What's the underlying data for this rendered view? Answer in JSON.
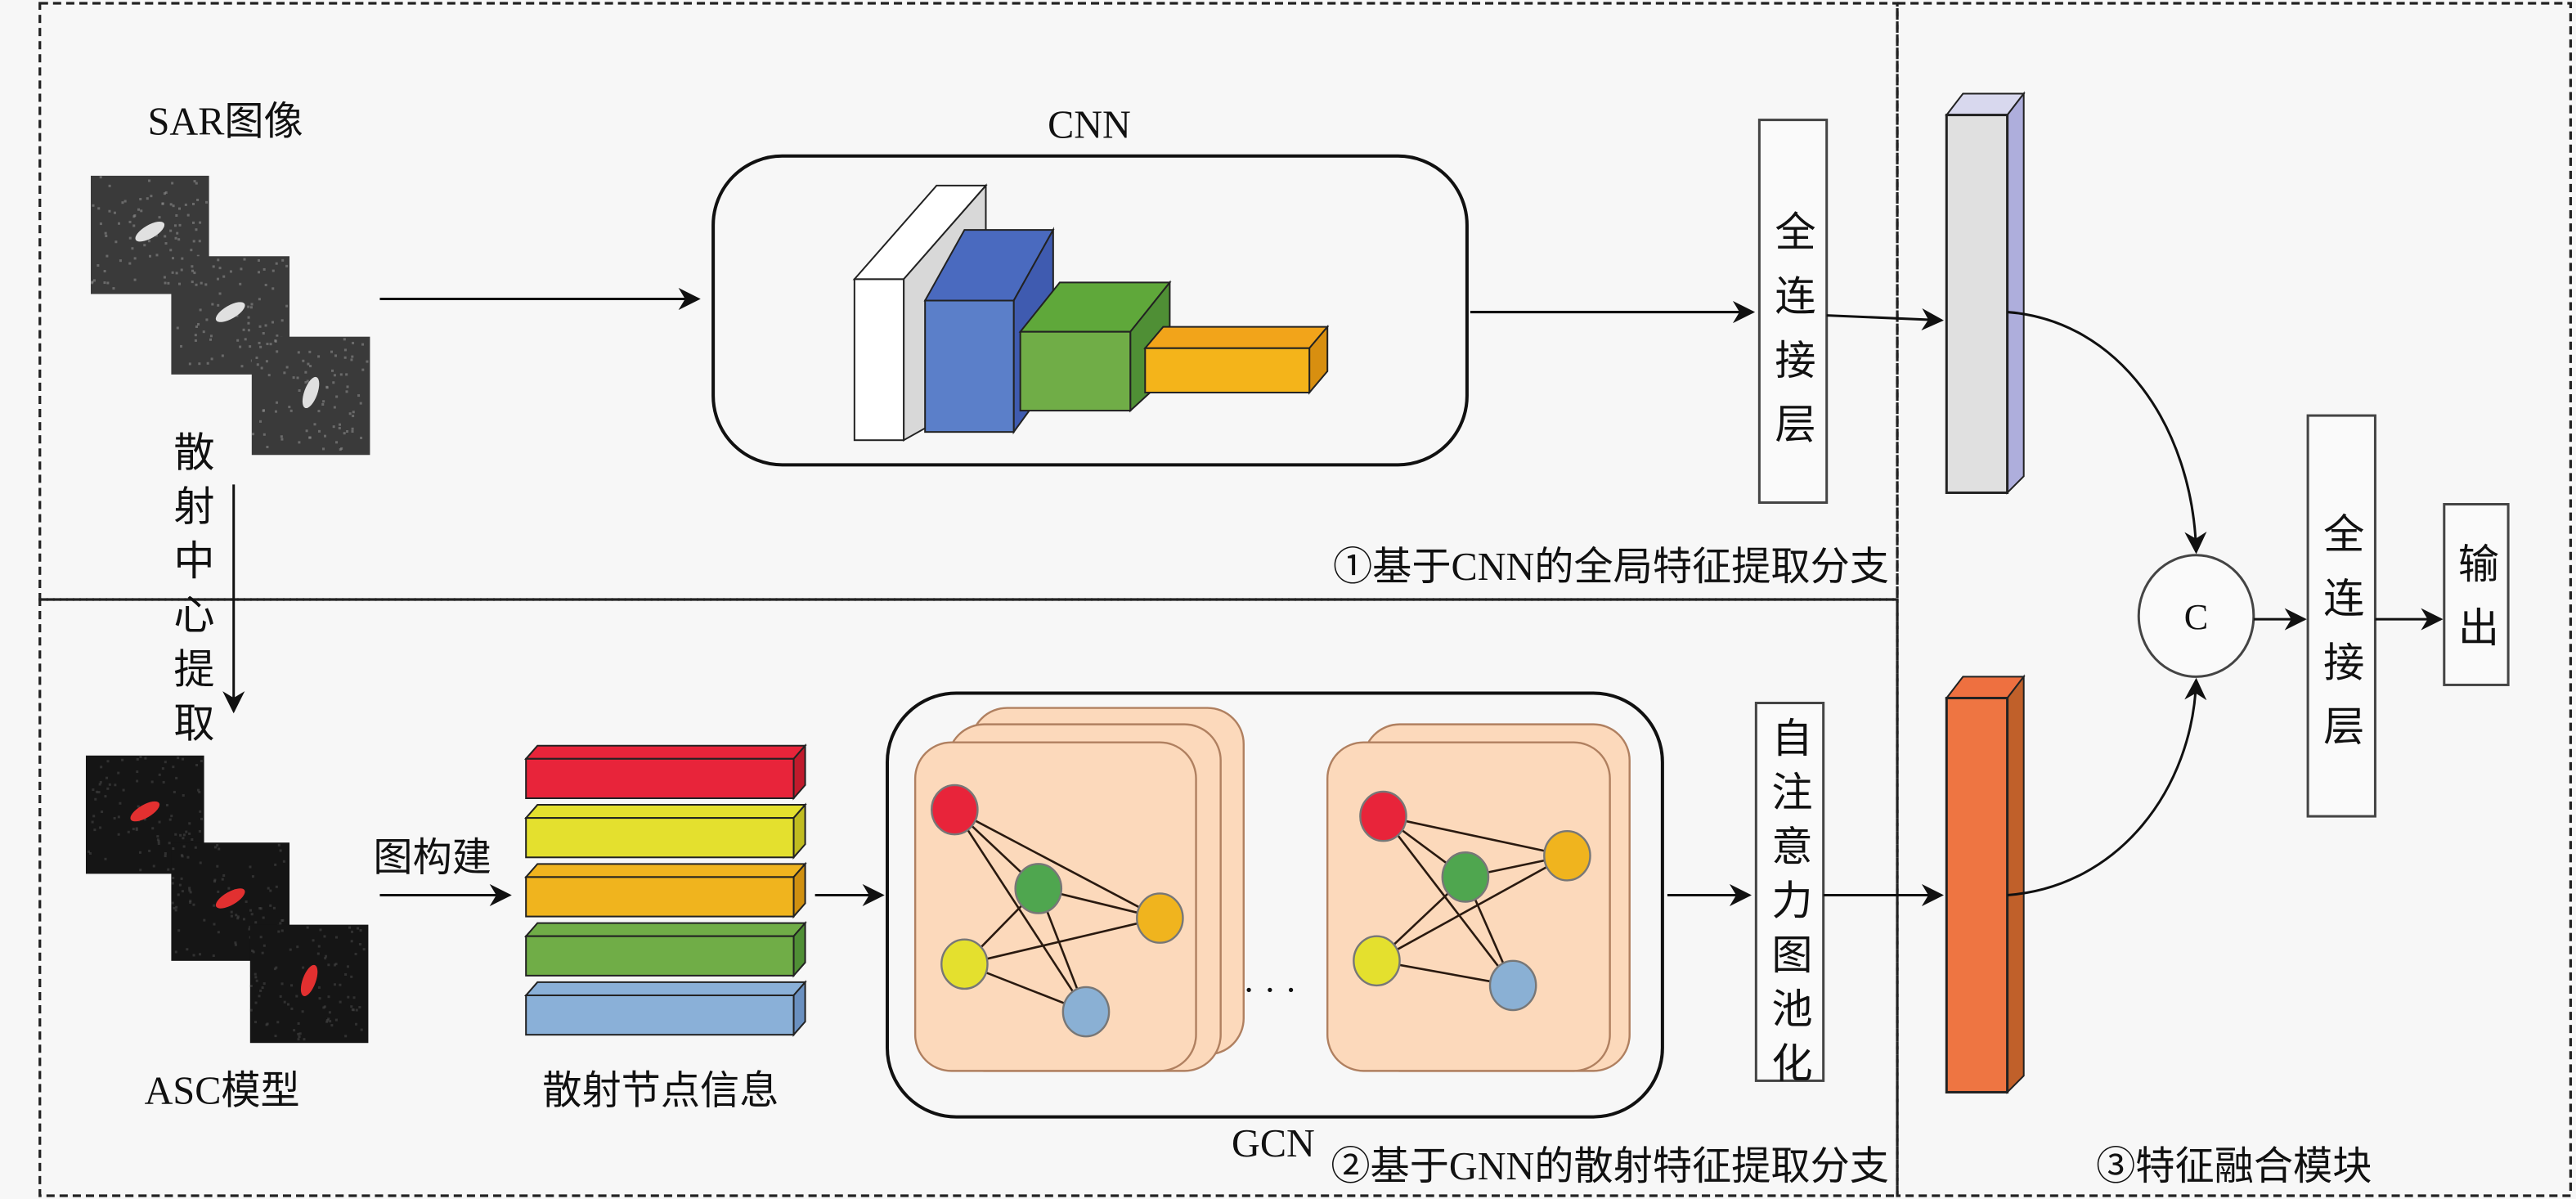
{
  "title_sar": "SAR图像",
  "title_cnn": "CNN",
  "label_fc1": "全连接层",
  "label_branch1": "①基于CNN的全局特征提取分支",
  "label_scatter_extract": "散射中心提取",
  "label_asc": "ASC模型",
  "label_graph_build": "图构建",
  "label_nodes_info": "散射节点信息",
  "title_gcn": "GCN",
  "label_ellipsis": "· · ·",
  "label_pool": "自注意力图池化",
  "label_branch2": "②基于GNN的散射特征提取分支",
  "label_concat": "C",
  "label_fc2": "全连接层",
  "label_output": "输出",
  "label_branch3": "③特征融合模块",
  "colors": {
    "cnn_white": "#ffffff",
    "cnn_blue": "#5b7fc9",
    "cnn_green": "#70ad47",
    "cnn_orange": "#f4b41a",
    "node_red": "#e8243a",
    "node_green": "#4fa64f",
    "node_orange": "#f0b41e",
    "node_yellow": "#e4e02e",
    "node_blue": "#8ab0d4",
    "card_fill": "#fcd9bb",
    "cnn_feature_bar": "#e0e0e0",
    "gnn_feature_bar": "#ee7542"
  }
}
